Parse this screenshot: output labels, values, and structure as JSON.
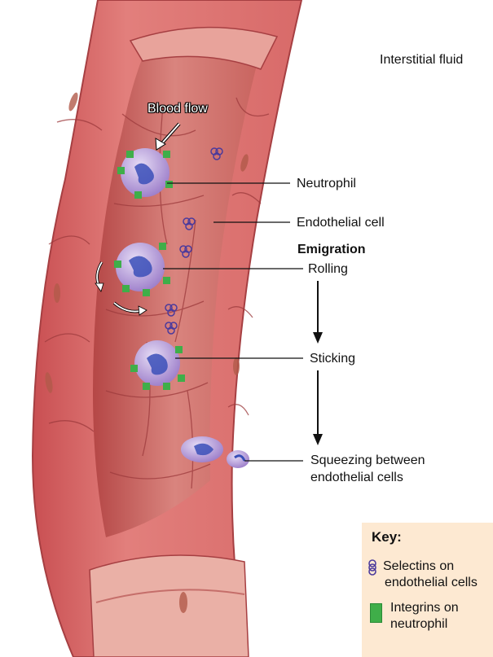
{
  "labels": {
    "interstitial_fluid": "Interstitial fluid",
    "blood_flow": "Blood flow",
    "neutrophil": "Neutrophil",
    "endothelial_cell": "Endothelial cell",
    "emigration": "Emigration",
    "rolling": "Rolling",
    "sticking": "Sticking",
    "squeezing_line1": "Squeezing between",
    "squeezing_line2": "endothelial cells"
  },
  "key": {
    "title": "Key:",
    "selectins_line1": "Selectins on",
    "selectins_line2": "endothelial cells",
    "integrins_line1": "Integrins on",
    "integrins_line2": "neutrophil"
  },
  "colors": {
    "vessel_outer": "#d9686a",
    "vessel_inner": "#e79a93",
    "lumen": "#c4524f",
    "neutrophil": "#b49ad6",
    "nucleus": "#3a4fb8",
    "integrin": "#3fae49",
    "selectin": "#4b3a9c",
    "key_bg": "#fde9d2"
  }
}
